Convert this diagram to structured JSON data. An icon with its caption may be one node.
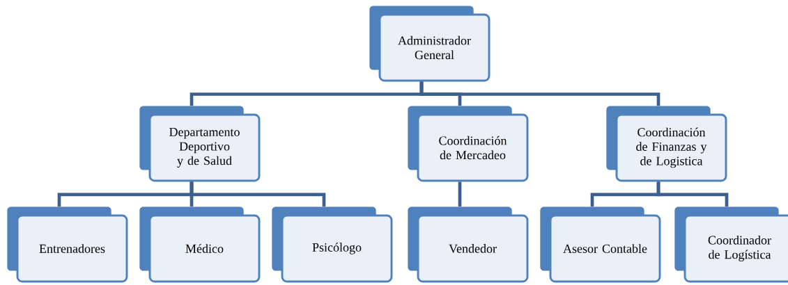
{
  "diagram": {
    "nodes": [
      {
        "text": [
          "Administrador General"
        ]
      },
      {
        "text": [
          "Departamento Deportivo y de Salud"
        ]
      },
      {
        "text": [
          "Coordinación de Mercadeo"
        ]
      },
      {
        "text": [
          "Coordinación de Finanzas y de Logistica"
        ]
      },
      {
        "text": [
          "Entrenadores"
        ]
      },
      {
        "text": [
          "Médico"
        ]
      },
      {
        "text": [
          "Psicólogo"
        ]
      },
      {
        "text": [
          "Vendedor"
        ]
      },
      {
        "text": [
          "Asesor Contable"
        ]
      },
      {
        "text": [
          "Coordinador de Logística"
        ]
      }
    ],
    "edges": [
      {
        "from": 0,
        "to": 1,
        "arrow": "none"
      },
      {
        "from": 0,
        "to": 2,
        "arrow": "none"
      },
      {
        "from": 0,
        "to": 3,
        "arrow": "none"
      },
      {
        "from": 1,
        "to": 4,
        "arrow": "none"
      },
      {
        "from": 1,
        "to": 5,
        "arrow": "none"
      },
      {
        "from": 1,
        "to": 6,
        "arrow": "none"
      },
      {
        "from": 2,
        "to": 7,
        "arrow": "none"
      },
      {
        "from": 3,
        "to": 8,
        "arrow": "none"
      },
      {
        "from": 3,
        "to": 9,
        "arrow": "none"
      }
    ]
  }
}
